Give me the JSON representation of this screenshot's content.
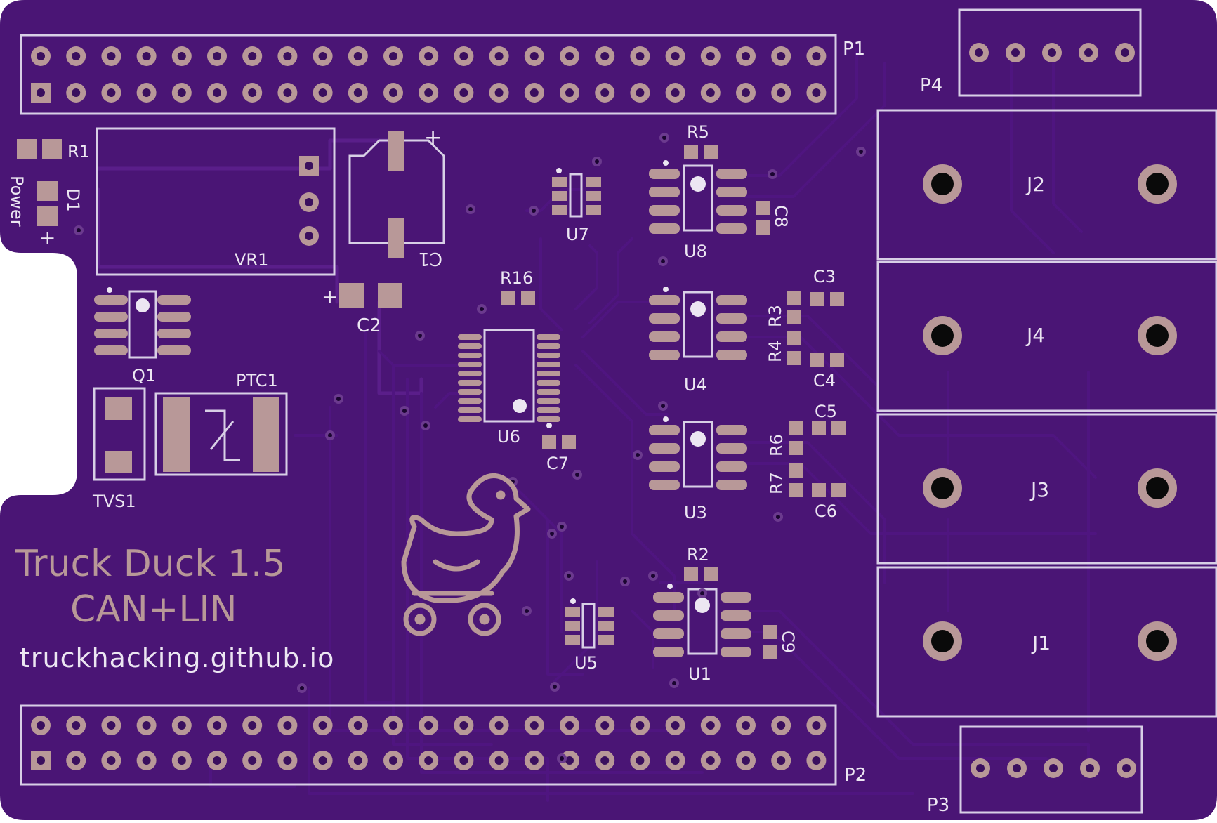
{
  "board": {
    "title": "Truck Duck 1.5",
    "subtitle": "CAN+LIN",
    "url": "truckhacking.github.io"
  },
  "colors": {
    "board": "#4a1575",
    "board_dark": "#3e0f66",
    "trace": "#5a1e8a",
    "silkscreen": "#ece6f2",
    "pad": "#b89898",
    "pad_hole": "#3a0f5e",
    "title_text": "#b89898"
  },
  "labels": {
    "P1": "P1",
    "P2": "P2",
    "P3": "P3",
    "P4": "P4",
    "R1": "R1",
    "D1": "D1",
    "Power": "Power",
    "plus": "+",
    "VR1": "VR1",
    "C1": "C1",
    "C2": "C2",
    "C2_plus": "+",
    "C1_plus": "+",
    "R16": "R16",
    "U6": "U6",
    "C7": "C7",
    "U7": "U7",
    "R5": "R5",
    "U8": "U8",
    "C8": "C8",
    "Q1": "Q1",
    "PTC1": "PTC1",
    "TVS1": "TVS1",
    "C3": "C3",
    "R3": "R3",
    "R4": "R4",
    "U4": "U4",
    "C4": "C4",
    "C5": "C5",
    "R6": "R6",
    "R7": "R7",
    "U3": "U3",
    "C6": "C6",
    "R2": "R2",
    "U1": "U1",
    "C9": "C9",
    "U5": "U5",
    "J1": "J1",
    "J2": "J2",
    "J3": "J3",
    "J4": "J4"
  },
  "icons": {
    "duck": "duck-on-wheels-icon"
  }
}
